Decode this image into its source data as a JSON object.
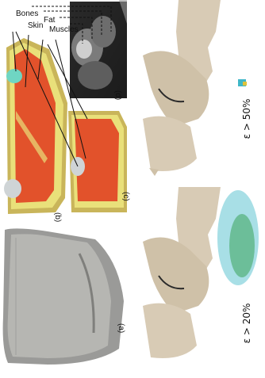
{
  "figure": {
    "panel_labels": {
      "a": "(a)",
      "b": "(b)",
      "c": "(c)",
      "d": "(d)"
    },
    "tissue_labels": {
      "bones": "Bones",
      "skin": "Skin",
      "fat": "Fat",
      "muscles": "Muscles"
    },
    "strain_labels": {
      "top": "ε > 50%",
      "bottom": "ε > 20%"
    },
    "colors": {
      "muscle": "#e2522b",
      "fat": "#e9e07a",
      "skin": "#c9b55a",
      "bone": "#cfd4d6",
      "bone_highlight": "#6fd6c3",
      "mesh": "#9a9a98",
      "ct_bg": "#2b2b2b",
      "bone_model": "#d8cbb5",
      "heat_high": "#3aa35a",
      "heat_mid": "#3fb7c8"
    }
  }
}
